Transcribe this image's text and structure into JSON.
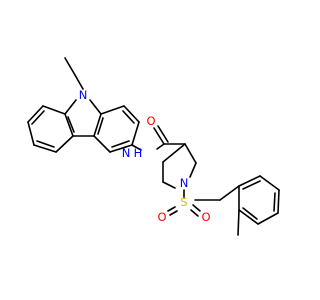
{
  "structure": {
    "atoms": {
      "n_carbazole": {
        "symbol": "N",
        "color": "#0000ff"
      },
      "n_amide": {
        "symbol": "N",
        "color": "#0000ff"
      },
      "h_amide": {
        "symbol": "H",
        "color": "#0000ff"
      },
      "o_carbonyl": {
        "symbol": "O",
        "color": "#ff0000"
      },
      "n_piperidine": {
        "symbol": "N",
        "color": "#0000ff"
      },
      "s_sulfonyl": {
        "symbol": "S",
        "color": "#cccc00"
      },
      "o_sulfonyl_left": {
        "symbol": "O",
        "color": "#ff0000"
      },
      "o_sulfonyl_right": {
        "symbol": "O",
        "color": "#ff0000"
      }
    },
    "bond_color": "#000000"
  }
}
